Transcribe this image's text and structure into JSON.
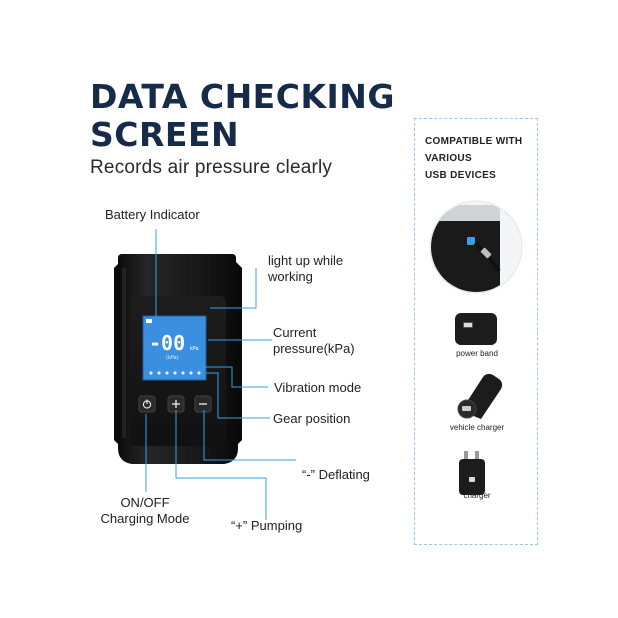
{
  "headline": {
    "line1": "DATA CHECKING",
    "line2": "SCREEN"
  },
  "subheadline": "Records air pressure clearly",
  "device": {
    "screen_reading": "-00",
    "screen_unit": "kPa",
    "screen_label": "(kPa)"
  },
  "callouts": {
    "battery": "Battery Indicator",
    "light_line1": "light up while",
    "light_line2": "working",
    "pressure_line1": "Current",
    "pressure_line2": "pressure(kPa)",
    "vibration": "Vibration mode",
    "gear": "Gear position",
    "deflating": "“-” Deflating",
    "onoff_line1": "ON/OFF",
    "onoff_line2": "Charging Mode",
    "pumping": "“+” Pumping"
  },
  "compatible": {
    "title_line1": "COMPATIBLE WITH",
    "title_line2": "VARIOUS",
    "title_line3": "USB DEVICES",
    "items": [
      {
        "label": "power band",
        "icon": "power-bank-icon"
      },
      {
        "label": "vehicle charger",
        "icon": "car-charger-icon"
      },
      {
        "label": "charger",
        "icon": "wall-charger-icon"
      }
    ]
  },
  "colors": {
    "headline": "#162a4a",
    "accent_blue": "#3aa0e0",
    "device_body": "#151515",
    "screen_blue": "#3a8fe0"
  }
}
